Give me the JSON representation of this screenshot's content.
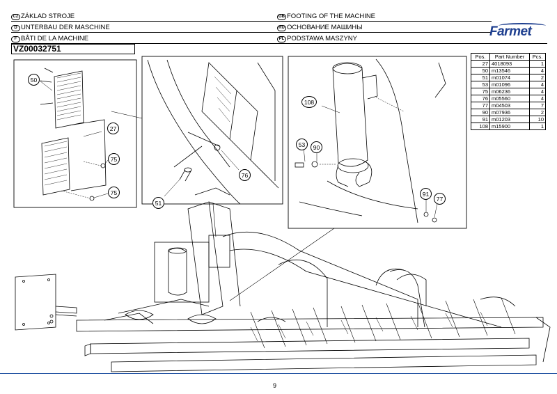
{
  "header": {
    "left": [
      {
        "code": "CZ",
        "text": "ZÁKLAD STROJE"
      },
      {
        "code": "D",
        "text": "UNTERBAU DER MASCHINE"
      },
      {
        "code": "F",
        "text": "BÂTI DE LA MACHINE"
      }
    ],
    "right": [
      {
        "code": "GB",
        "text": "FOOTING OF THE MACHINE"
      },
      {
        "code": "RU",
        "text": "ОСНОВАНИЕ МАШИНЫ"
      },
      {
        "code": "PL",
        "text": "PODSTAWA MASZYNY"
      }
    ],
    "document_id": "VZ00032751",
    "logo_text": "Farmet",
    "brand_color": "#1e3f8f"
  },
  "parts_table": {
    "headers": [
      "Pos.",
      "Part Number",
      "Pcs."
    ],
    "rows": [
      {
        "pos": "27",
        "part": "4018093",
        "pcs": "1"
      },
      {
        "pos": "50",
        "part": "m13546",
        "pcs": "4"
      },
      {
        "pos": "51",
        "part": "m01074",
        "pcs": "2"
      },
      {
        "pos": "53",
        "part": "m01096",
        "pcs": "4"
      },
      {
        "pos": "75",
        "part": "m06236",
        "pcs": "4"
      },
      {
        "pos": "76",
        "part": "m05560",
        "pcs": "4"
      },
      {
        "pos": "77",
        "part": "m04503",
        "pcs": "7"
      },
      {
        "pos": "90",
        "part": "m07936",
        "pcs": "2"
      },
      {
        "pos": "91",
        "part": "m01203",
        "pcs": "10"
      },
      {
        "pos": "108",
        "part": "m15900",
        "pcs": "1"
      }
    ]
  },
  "callouts": {
    "c50": "50",
    "c27": "27",
    "c75a": "75",
    "c75b": "75",
    "c76": "76",
    "c51": "51",
    "c108": "108",
    "c53": "53",
    "c90": "90",
    "c91": "91",
    "c77": "77"
  },
  "footer": {
    "page_number": "9",
    "rule_color": "#1e4fa0"
  }
}
